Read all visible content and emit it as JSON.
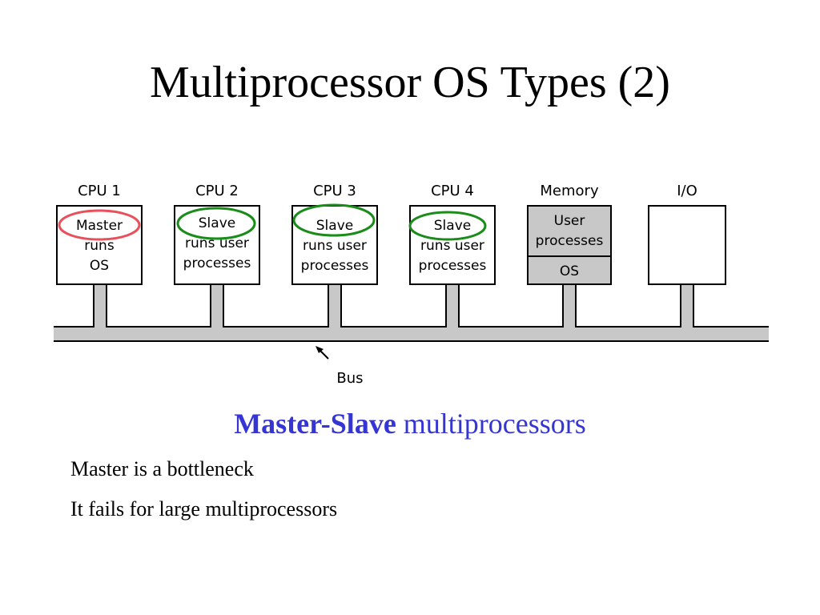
{
  "slide": {
    "title": "Multiprocessor OS Types (2)",
    "subtitle_emphasis": "Master-Slave",
    "subtitle_rest": " multiprocessors",
    "bullets": [
      "Master is a bottleneck",
      "It fails for large multiprocessors"
    ]
  },
  "diagram": {
    "units": [
      {
        "header": "CPU 1",
        "lines": [
          "Master",
          "runs",
          "OS"
        ],
        "circled": "red"
      },
      {
        "header": "CPU 2",
        "lines": [
          "Slave",
          "runs user",
          "processes"
        ],
        "circled": "green"
      },
      {
        "header": "CPU 3",
        "lines": [
          "Slave",
          "runs user",
          "processes"
        ],
        "circled": "green"
      },
      {
        "header": "CPU 4",
        "lines": [
          "Slave",
          "runs user",
          "processes"
        ],
        "circled": "green"
      }
    ],
    "memory": {
      "header": "Memory",
      "top_lines": [
        "User",
        "processes"
      ],
      "bottom_label": "OS"
    },
    "io": {
      "header": "I/O"
    },
    "bus_label": "Bus"
  },
  "colors": {
    "subtitle": "#3535d6",
    "bus_fill": "#c8c8c8",
    "memory_fill": "#c8c8c8",
    "circle_master": "#e8505b",
    "circle_slave": "#1a8c1a"
  }
}
